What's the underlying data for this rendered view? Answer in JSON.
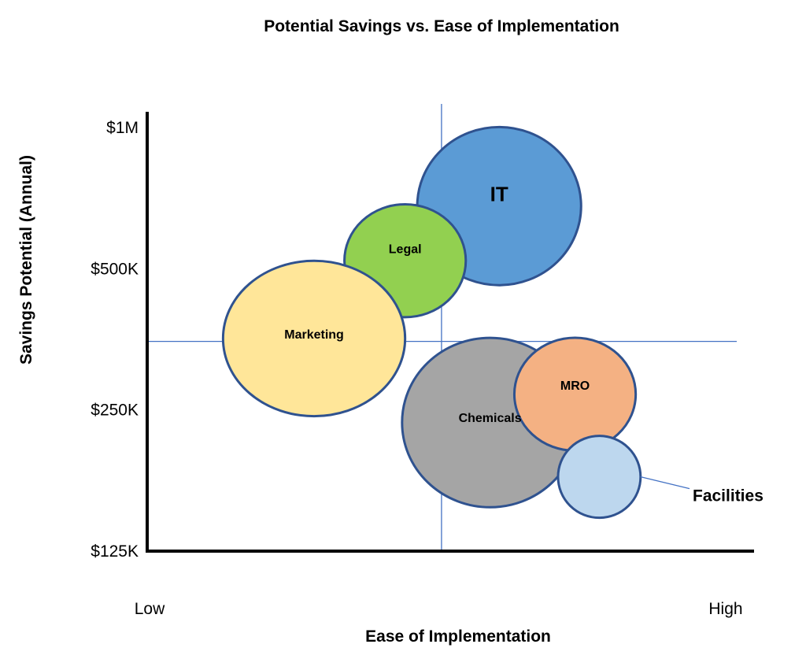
{
  "chart_data": {
    "type": "scatter",
    "subtype": "bubble",
    "title": "Potential Savings vs. Ease of Implementation",
    "xlabel": "Ease of Implementation",
    "ylabel": "Savings Potential (Annual)",
    "x_tick_labels": [
      "Low",
      "High"
    ],
    "y_tick_labels": [
      "$1M",
      "$500K",
      "$250K",
      "$125K"
    ],
    "y_scale": "log2",
    "y_ticks": [
      1000000,
      500000,
      250000,
      125000
    ],
    "ylim": [
      125000,
      1000000
    ],
    "xlim": [
      0,
      100
    ],
    "quadrant_lines": {
      "x": 48.5,
      "y": 350000
    },
    "grid": false,
    "legend": "none",
    "bubbles": [
      {
        "label": "IT",
        "x": 58,
        "y": 680000,
        "rx": 13.5,
        "ry": 0.56,
        "color": "#5B9BD5",
        "label_size": 26
      },
      {
        "label": "Legal",
        "x": 42.5,
        "y": 520000,
        "rx": 10,
        "ry": 0.4,
        "color": "#92D050",
        "label_size": 16
      },
      {
        "label": "Marketing",
        "x": 27.5,
        "y": 355000,
        "rx": 15,
        "ry": 0.55,
        "color": "#FFE699",
        "label_size": 16
      },
      {
        "label": "Chemicals",
        "x": 56.5,
        "y": 235000,
        "rx": 14.5,
        "ry": 0.6,
        "color": "#A5A5A5",
        "label_size": 16
      },
      {
        "label": "MRO",
        "x": 70.5,
        "y": 270000,
        "rx": 10,
        "ry": 0.4,
        "color": "#F4B183",
        "label_size": 16
      },
      {
        "label": "Facilities",
        "x": 74.5,
        "y": 180000,
        "rx": 6.8,
        "ry": 0.29,
        "color": "#BDD7EE",
        "label_size": 21,
        "callout": true
      }
    ],
    "colors": {
      "outline": "#2F528F",
      "axis": "#000000",
      "quadrant_line": "#4472C4"
    }
  }
}
